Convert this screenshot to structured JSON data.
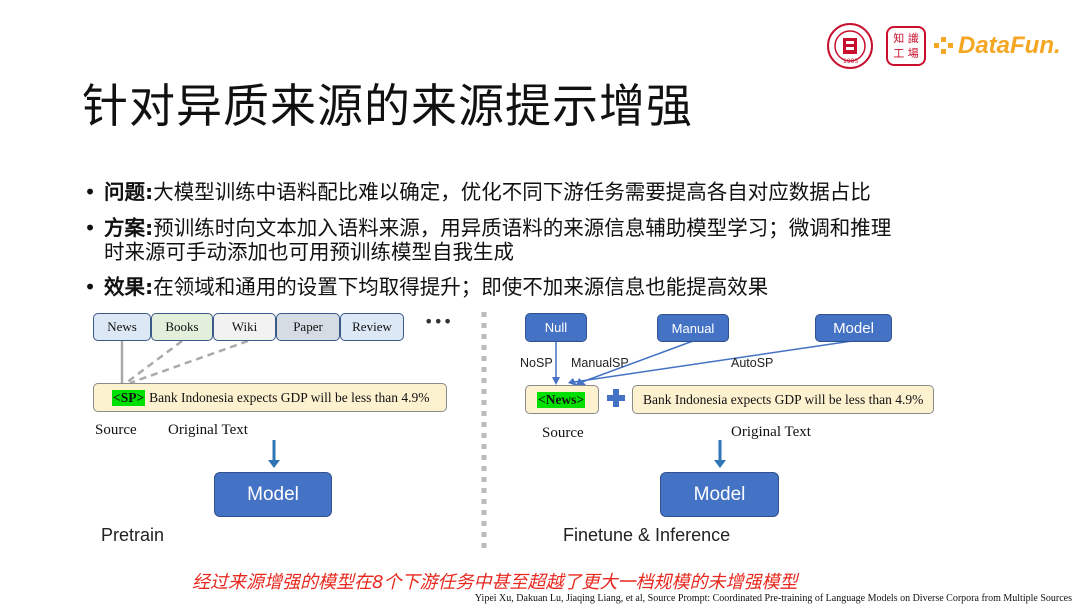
{
  "slide": {
    "title": "针对异质来源的来源提示增强",
    "bullets": [
      {
        "head": "问题:",
        "text": "大模型训练中语料配比难以确定，优化不同下游任务需要提高各自对应数据占比"
      },
      {
        "head": "方案:",
        "text": "预训练时向文本加入语料来源，用异质语料的来源信息辅助模型学习；微调和推理",
        "text2": "时来源可手动添加也可用预训练模型自我生成"
      },
      {
        "head": "效果:",
        "text": "在领域和通用的设置下均取得提升；即使不加来源信息也能提高效果"
      }
    ],
    "logos": {
      "zhishi_line1": "知 識",
      "zhishi_line2": "工 場",
      "datafun": "DataFun.",
      "university_year": "1905"
    },
    "pretrain": {
      "sources": [
        "News",
        "Books",
        "Wiki",
        "Paper",
        "Review"
      ],
      "ellipsis": "•••",
      "sp_tag": "<SP>",
      "text": "Bank Indonesia expects GDP will be less than 4.9%",
      "label_source": "Source",
      "label_text": "Original Text",
      "model": "Model",
      "caption": "Pretrain"
    },
    "finetune": {
      "modes": [
        "Null",
        "Manual",
        "Model"
      ],
      "mode_labels": [
        "NoSP",
        "ManualSP",
        "AutoSP"
      ],
      "news_tag": "<News>",
      "plus": "+",
      "text": "Bank Indonesia expects GDP will be less than 4.9%",
      "label_source": "Source",
      "label_text": "Original Text",
      "model": "Model",
      "caption": "Finetune & Inference"
    },
    "conclusion": "经过来源增强的模型在8个下游任务中甚至超越了更大一档规模的未增强模型",
    "citation": "Yipei Xu, Dakuan Lu, Jiaqing Liang, et al, Source Prompt: Coordinated Pre-training of Language Models on Diverse Corpora from Multiple Sources",
    "colors": {
      "accent": "#4472c4",
      "highlight": "#00e000",
      "conclusion": "#e8281e",
      "textbox": "#fdf2d0"
    }
  }
}
